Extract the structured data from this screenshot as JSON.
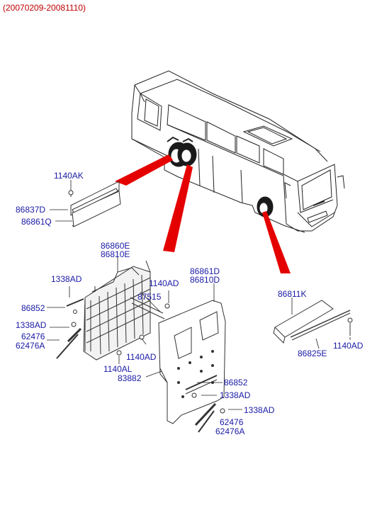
{
  "diagram": {
    "date_range": "(20070209-20081110)",
    "callouts": [
      {
        "id": "c1140AK",
        "text": "1140AK"
      },
      {
        "id": "c86837D",
        "text": "86837D"
      },
      {
        "id": "c86861Q",
        "text": "86861Q"
      },
      {
        "id": "c86860E",
        "text": "86860E"
      },
      {
        "id": "c86810E",
        "text": "86810E"
      },
      {
        "id": "c1338AD_a",
        "text": "1338AD"
      },
      {
        "id": "c86852_a",
        "text": "86852"
      },
      {
        "id": "c1338AD_b",
        "text": "1338AD"
      },
      {
        "id": "c62476_a",
        "text": "62476"
      },
      {
        "id": "c62476A_a",
        "text": "62476A"
      },
      {
        "id": "c1140AD_a",
        "text": "1140AD"
      },
      {
        "id": "c87515",
        "text": "87515"
      },
      {
        "id": "c86861D",
        "text": "86861D"
      },
      {
        "id": "c86810D",
        "text": "86810D"
      },
      {
        "id": "c1140AD_b",
        "text": "1140AD"
      },
      {
        "id": "c1140AL",
        "text": "1140AL"
      },
      {
        "id": "c83882",
        "text": "83882"
      },
      {
        "id": "c86852_b",
        "text": "86852"
      },
      {
        "id": "c1338AD_c",
        "text": "1338AD"
      },
      {
        "id": "c1338AD_d",
        "text": "1338AD"
      },
      {
        "id": "c62476_b",
        "text": "62476"
      },
      {
        "id": "c62476A_b",
        "text": "62476A"
      },
      {
        "id": "c86811K",
        "text": "86811K"
      },
      {
        "id": "c86825E",
        "text": "86825E"
      },
      {
        "id": "c1140AD_c",
        "text": "1140AD"
      }
    ]
  }
}
